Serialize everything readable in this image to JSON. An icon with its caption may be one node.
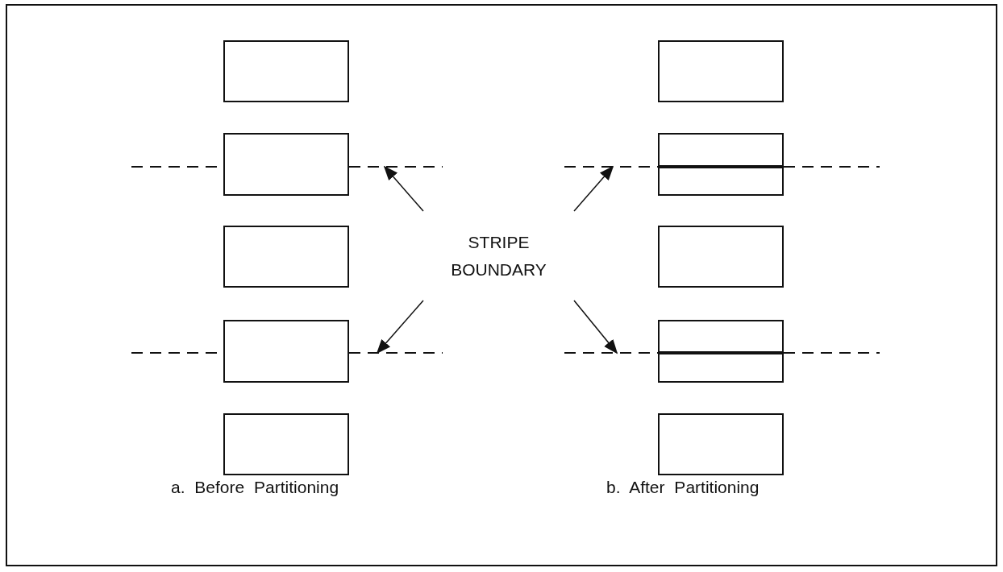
{
  "diagram": {
    "nodes": [
      {
        "text": [],
        "shape": "box"
      },
      {
        "text": [],
        "shape": "box"
      },
      {
        "text": [],
        "shape": "box"
      },
      {
        "text": [],
        "shape": "box"
      },
      {
        "text": [],
        "shape": "box"
      },
      {
        "text": [],
        "shape": "box"
      },
      {
        "text": [],
        "shape": "box"
      },
      {
        "text": [],
        "shape": "box"
      },
      {
        "text": [],
        "shape": "box"
      },
      {
        "text": [],
        "shape": "box"
      },
      {
        "text": [],
        "shape": "line"
      },
      {
        "text": [],
        "shape": "line"
      },
      {
        "text": [],
        "shape": "line"
      },
      {
        "text": [],
        "shape": "line"
      },
      {
        "text": [
          "STRIPE BOUNDARY"
        ]
      }
    ],
    "edges": [
      {
        "from": 14,
        "to": 10,
        "arrow": "to"
      },
      {
        "from": 14,
        "to": 11,
        "arrow": "to"
      },
      {
        "from": 14,
        "to": 12,
        "arrow": "to"
      },
      {
        "from": 14,
        "to": 13,
        "arrow": "to"
      }
    ],
    "labels": [
      "a. Before Partitioning",
      "b. After Partitioning"
    ]
  }
}
